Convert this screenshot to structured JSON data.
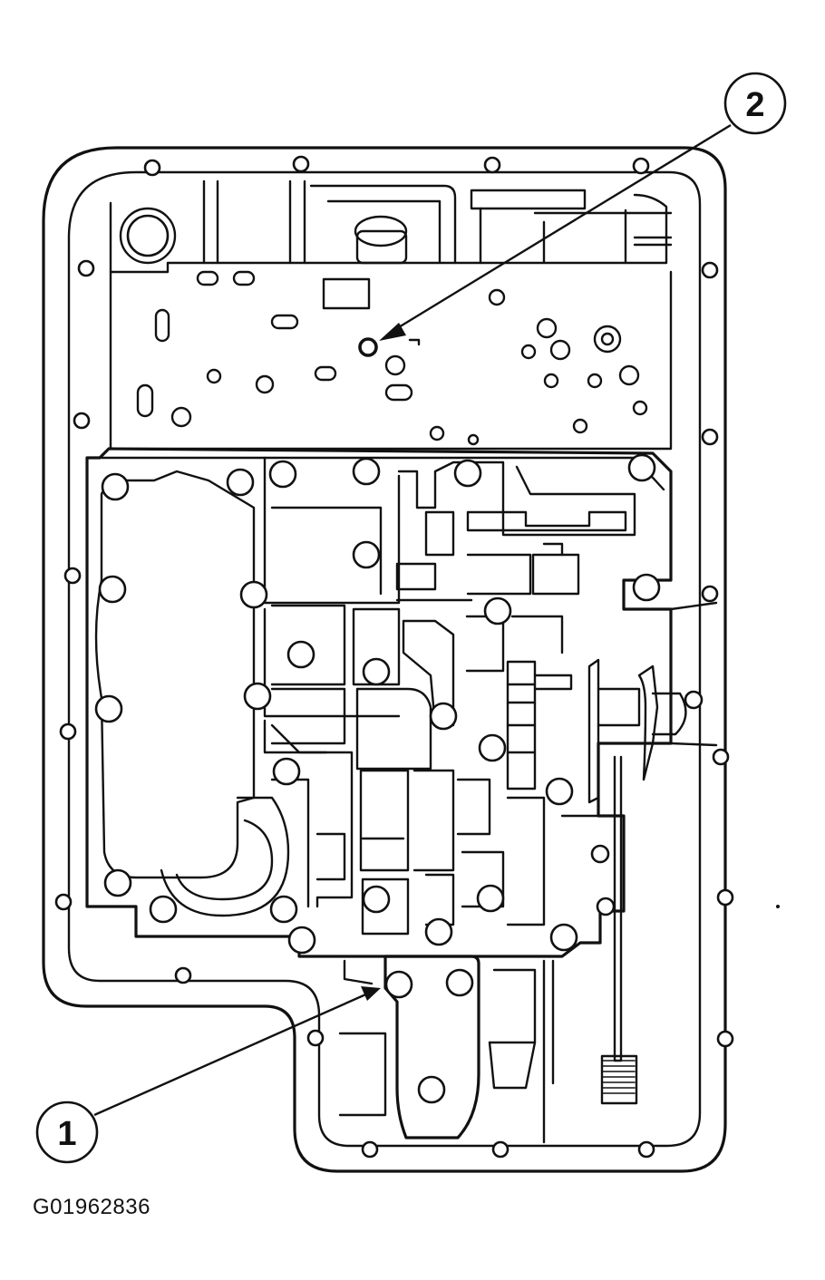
{
  "callouts": [
    {
      "id": "callout-1",
      "label": "1"
    },
    {
      "id": "callout-2",
      "label": "2"
    }
  ],
  "figure_id": "G01962836"
}
